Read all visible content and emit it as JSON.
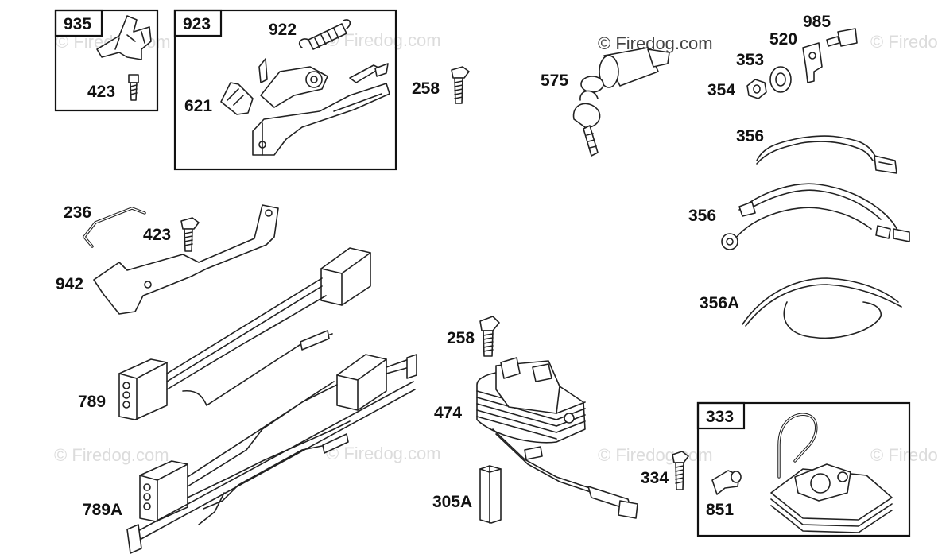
{
  "watermarks": [
    "© Firedog.com"
  ],
  "copyright_text": "© Firedog.com",
  "groups": {
    "g935": "935",
    "g923": "923",
    "g333": "333"
  },
  "labels": {
    "p423a": "423",
    "p922": "922",
    "p621": "621",
    "p258a": "258",
    "p575": "575",
    "p985": "985",
    "p520": "520",
    "p353": "353",
    "p354": "354",
    "p356a": "356",
    "p356b": "356",
    "p356A": "356A",
    "p236": "236",
    "p423b": "423",
    "p942": "942",
    "p789": "789",
    "p789A": "789A",
    "p258b": "258",
    "p474": "474",
    "p305A": "305A",
    "p334": "334",
    "p851": "851"
  }
}
